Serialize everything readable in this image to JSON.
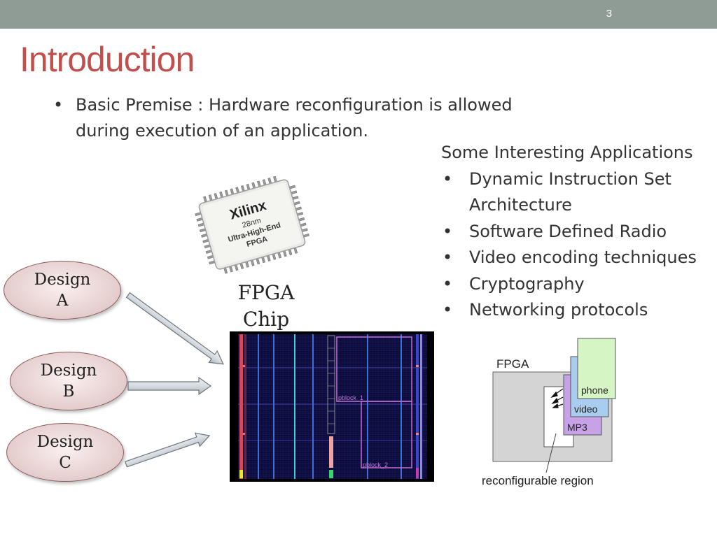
{
  "slide": {
    "page_number": "3",
    "title": "Introduction",
    "premise": "Basic Premise : Hardware reconfiguration is allowed during execution of an application.",
    "bullet_glyph": "•"
  },
  "applications": {
    "heading": "Some Interesting Applications",
    "items": [
      "Dynamic Instruction Set Architecture",
      "Software Defined Radio",
      "Video encoding techniques",
      "Cryptography",
      "Networking protocols"
    ]
  },
  "chip": {
    "brand": "Xilinx",
    "line1": "28nm",
    "line2": "Ultra-High-End",
    "line3": "FPGA",
    "label_line1": "FPGA",
    "label_line2": "Chip"
  },
  "designs": [
    {
      "line1": "Design",
      "line2": "A"
    },
    {
      "line1": "Design",
      "line2": "B"
    },
    {
      "line1": "Design",
      "line2": "C"
    }
  ],
  "layout": {
    "pblock1": "pblock_1",
    "pblock2": "pblock_2"
  },
  "diagram": {
    "fpga_label": "FPGA",
    "modules": [
      "phone",
      "video",
      "MP3"
    ],
    "region_label": "reconfigurable region",
    "colors": {
      "fpga": "#d4d4d4",
      "phone": "#d6f5c4",
      "video": "#a9cdee",
      "mp3": "#c7a2e6"
    }
  }
}
